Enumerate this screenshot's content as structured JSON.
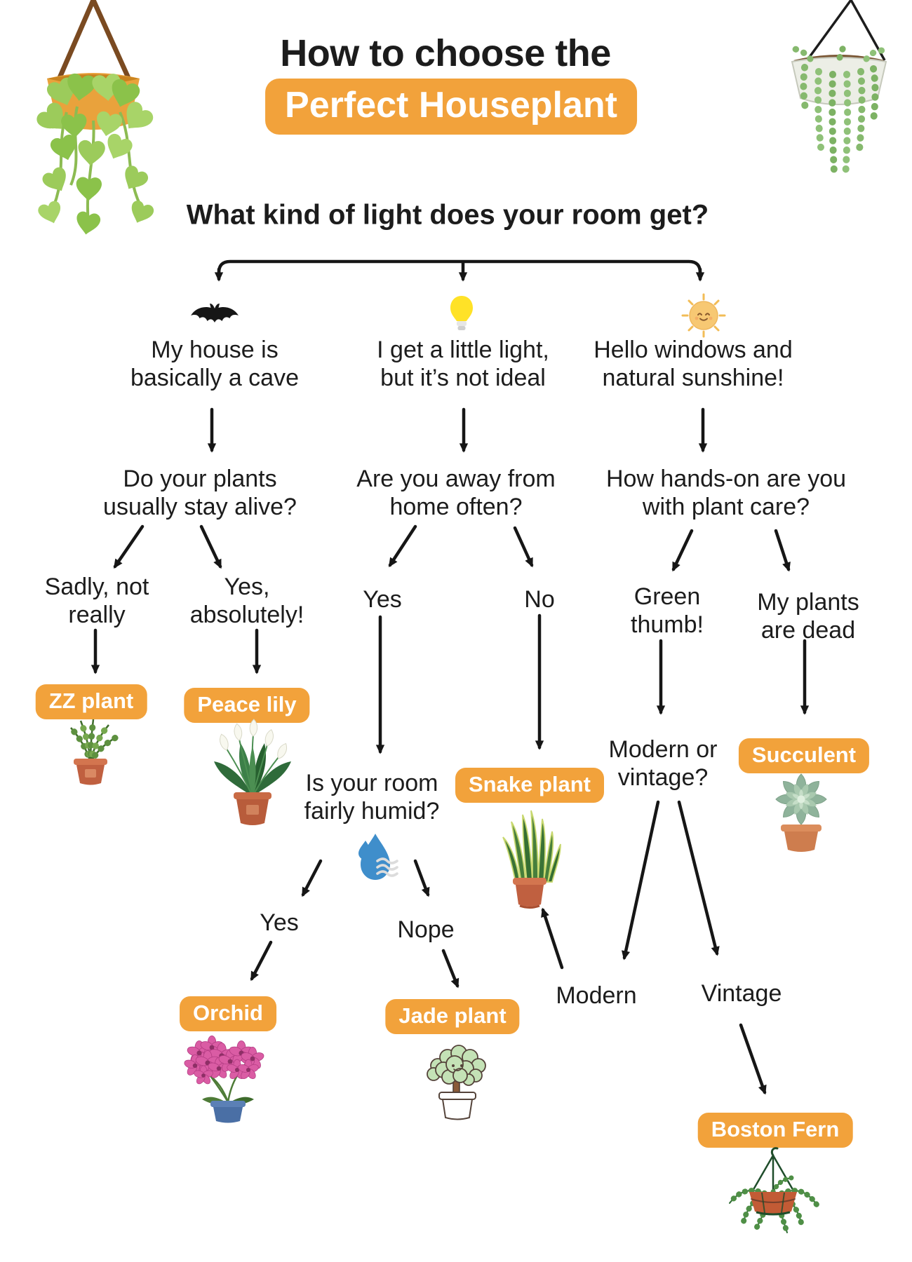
{
  "title": {
    "line1": "How to choose the",
    "line2": "Perfect Houseplant"
  },
  "main_question": "What kind of light does your room get?",
  "branches": [
    {
      "icon": "bat-icon",
      "label_line1": "My house is",
      "label_line2": "basically a cave",
      "question_line1": "Do your plants",
      "question_line2": "usually stay alive?"
    },
    {
      "icon": "lightbulb-icon",
      "label_line1": "I get a little light,",
      "label_line2": "but it’s not ideal",
      "question_line1": "Are you away from",
      "question_line2": "home often?"
    },
    {
      "icon": "sun-icon",
      "label_line1": "Hello windows and",
      "label_line2": "natural sunshine!",
      "question_line1": "How hands-on are you",
      "question_line2": "with plant care?"
    }
  ],
  "answers": {
    "sadly_line1": "Sadly, not",
    "sadly_line2": "really",
    "absolutely_line1": "Yes,",
    "absolutely_line2": "absolutely!",
    "away_yes": "Yes",
    "away_no": "No",
    "green_line1": "Green",
    "green_line2": "thumb!",
    "dead_line1": "My plants",
    "dead_line2": "are dead",
    "humid_yes": "Yes",
    "humid_nope": "Nope",
    "style_modern": "Modern",
    "style_vintage": "Vintage"
  },
  "sub_questions": {
    "humid_line1": "Is your room",
    "humid_line2": "fairly humid?",
    "humid_icon": "humidity-drop-icon",
    "style_line1": "Modern or",
    "style_line2": "vintage?"
  },
  "results": {
    "zz": "ZZ plant",
    "peace_lily": "Peace lily",
    "snake": "Snake plant",
    "succulent": "Succulent",
    "orchid": "Orchid",
    "jade": "Jade plant",
    "boston_fern": "Boston Fern"
  },
  "decorations": {
    "top_left": "hanging-pothos-illustration",
    "top_right": "hanging-string-of-pearls-illustration"
  },
  "colors": {
    "badge_orange": "#F2A23B",
    "text": "#1C1C1C",
    "arrow": "#161616",
    "bulb_yellow": "#FFE227",
    "sun_yellow": "#F7C873",
    "drop_blue": "#3F8ECB",
    "wave_gray": "#DCDCDC"
  }
}
